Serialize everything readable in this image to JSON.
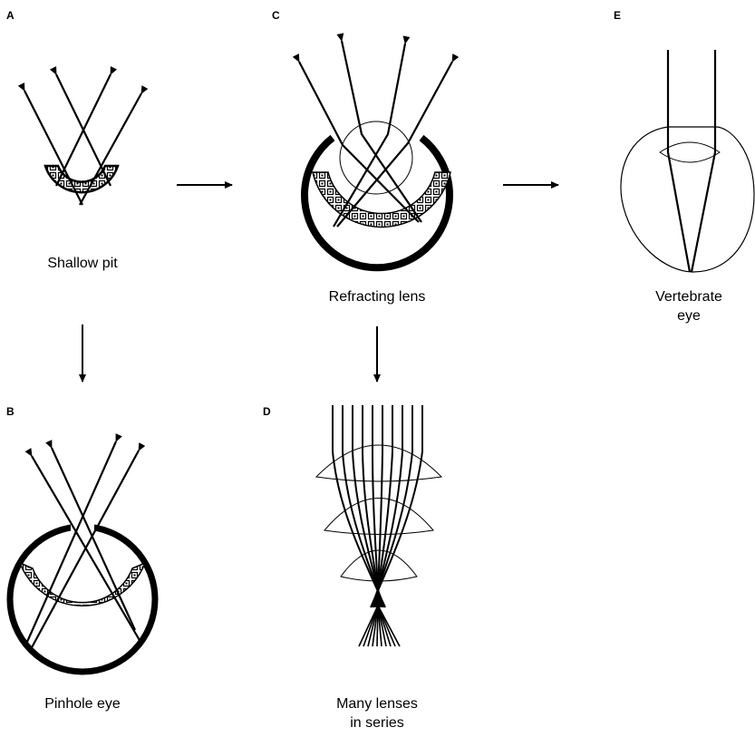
{
  "panels": {
    "a": {
      "letter": "A",
      "caption": "Shallow pit"
    },
    "b": {
      "letter": "B",
      "caption": "Pinhole eye"
    },
    "c": {
      "letter": "C",
      "caption": "Refracting lens"
    },
    "d": {
      "letter": "D",
      "caption_line1": "Many lenses",
      "caption_line2": "in series"
    },
    "e": {
      "letter": "E",
      "caption_line1": "Vertebrate",
      "caption_line2": "eye"
    }
  },
  "colors": {
    "ink": "#000000",
    "background": "#ffffff"
  }
}
